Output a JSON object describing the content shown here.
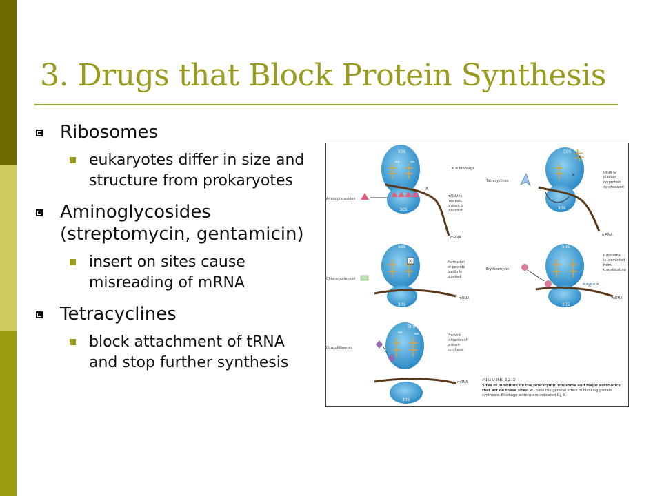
{
  "slide": {
    "title": "3. Drugs that Block Protein Synthesis",
    "bullets": [
      {
        "label": "Ribosomes",
        "sub": [
          "eukaryotes differ in size and structure from prokaryotes"
        ]
      },
      {
        "label": "Aminoglycosides (streptomycin, gentamicin)",
        "sub": [
          "insert on sites cause misreading of mRNA"
        ]
      },
      {
        "label": "Tetracyclines",
        "sub": [
          "block attachment of tRNA and stop further synthesis"
        ]
      }
    ]
  },
  "figure": {
    "caption_title": "FIGURE 12.5",
    "caption_bold": "Sites of inhibition on the procaryotic ribosome and major antibiotics that act on these sites.",
    "caption_rest": "All have the general effect of blocking protein synthesis. Blockage actions are indicated by X.",
    "subunit_large": "50S",
    "subunit_small": "30S",
    "site_label": "aa",
    "mrna": "mRNA",
    "blockage_mark": "X",
    "blockage_key": "X = blockage",
    "panels": {
      "aminoglycosides": {
        "drug": "Aminoglycosides",
        "note": [
          "mRNA is",
          "misread,",
          "protein is",
          "incorrect"
        ]
      },
      "tetracyclines": {
        "drug": "Tetracyclines",
        "note": [
          "tRNA is",
          "blocked,",
          "no protein",
          "synthesized"
        ]
      },
      "chloramphenicol": {
        "drug": "Chloramphenicol",
        "note": [
          "Formation",
          "of peptide",
          "bonds is",
          "blocked"
        ]
      },
      "erythromycin": {
        "drug": "Erythromycin",
        "note": [
          "Ribosome",
          "is prevented",
          "from",
          "translocating"
        ]
      },
      "oxazolidinones": {
        "drug": "Oxazolidinones",
        "note": [
          "Prevent",
          "initiation of",
          "protein",
          "synthesis"
        ]
      }
    }
  }
}
